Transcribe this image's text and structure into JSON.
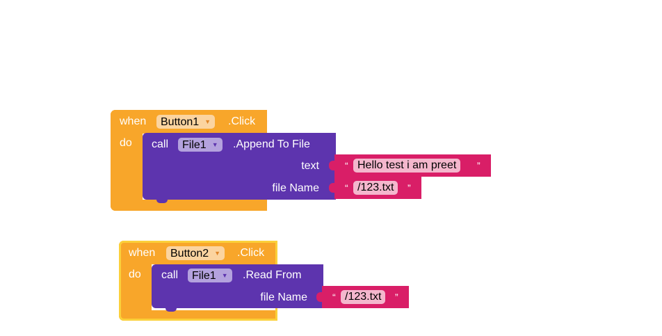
{
  "blocks": [
    {
      "event_when": "when",
      "component": "Button1",
      "event_name": ".Click",
      "do_label": "do",
      "call_label": "call",
      "target": "File1",
      "method": ".Append To File",
      "params": [
        {
          "label": "text",
          "value": "Hello test i am preet"
        },
        {
          "label": "file Name",
          "value": "/123.txt"
        }
      ]
    },
    {
      "event_when": "when",
      "component": "Button2",
      "event_name": ".Click",
      "do_label": "do",
      "call_label": "call",
      "target": "File1",
      "method": ".Read From",
      "params": [
        {
          "label": "file Name",
          "value": "/123.txt"
        }
      ]
    }
  ],
  "glyphs": {
    "open_quote": "“",
    "close_quote": "”",
    "dropdown_caret": "▼"
  },
  "colors": {
    "event": "#f8a62a",
    "procedure": "#5d34ae",
    "text": "#d91e67",
    "selected_outline": "#fbd03a"
  }
}
